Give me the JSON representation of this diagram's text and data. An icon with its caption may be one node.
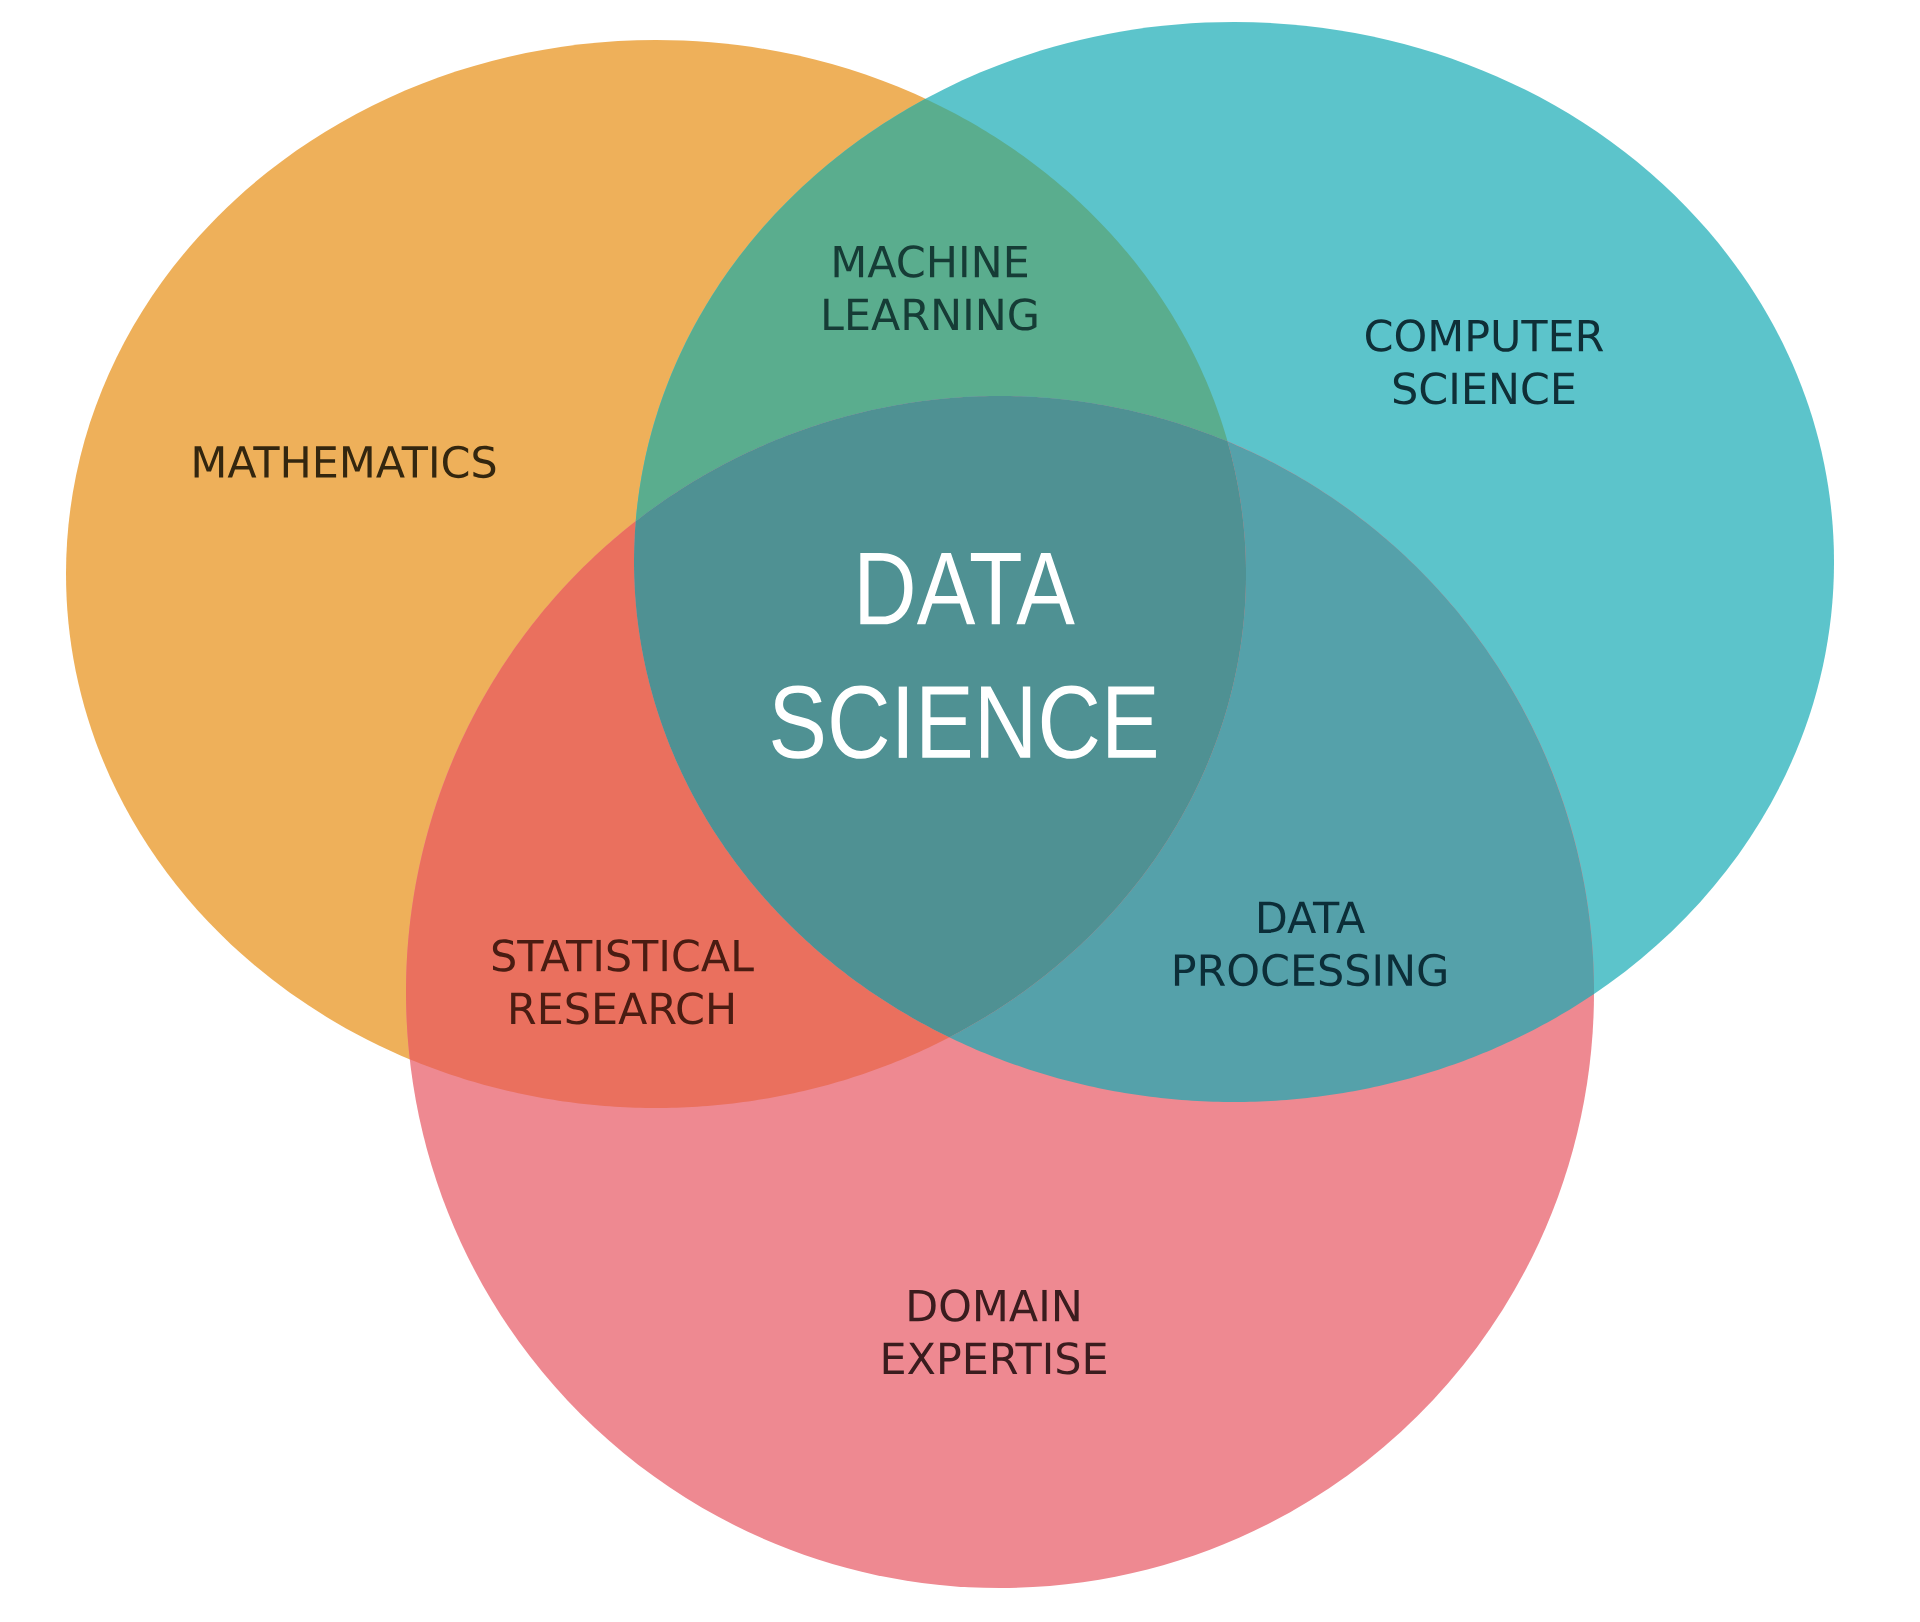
{
  "diagram": {
    "nodes": [
      {
        "text": [
          "MATHEMATICS"
        ]
      },
      {
        "text": [
          "COMPUTER SCIENCE"
        ]
      },
      {
        "text": [
          "DOMAIN EXPERTISE"
        ]
      }
    ],
    "labels": [
      "MACHINE LEARNING",
      "DATA SCIENCE",
      "STATISTICAL RESEARCH",
      "DATA PROCESSING"
    ]
  }
}
